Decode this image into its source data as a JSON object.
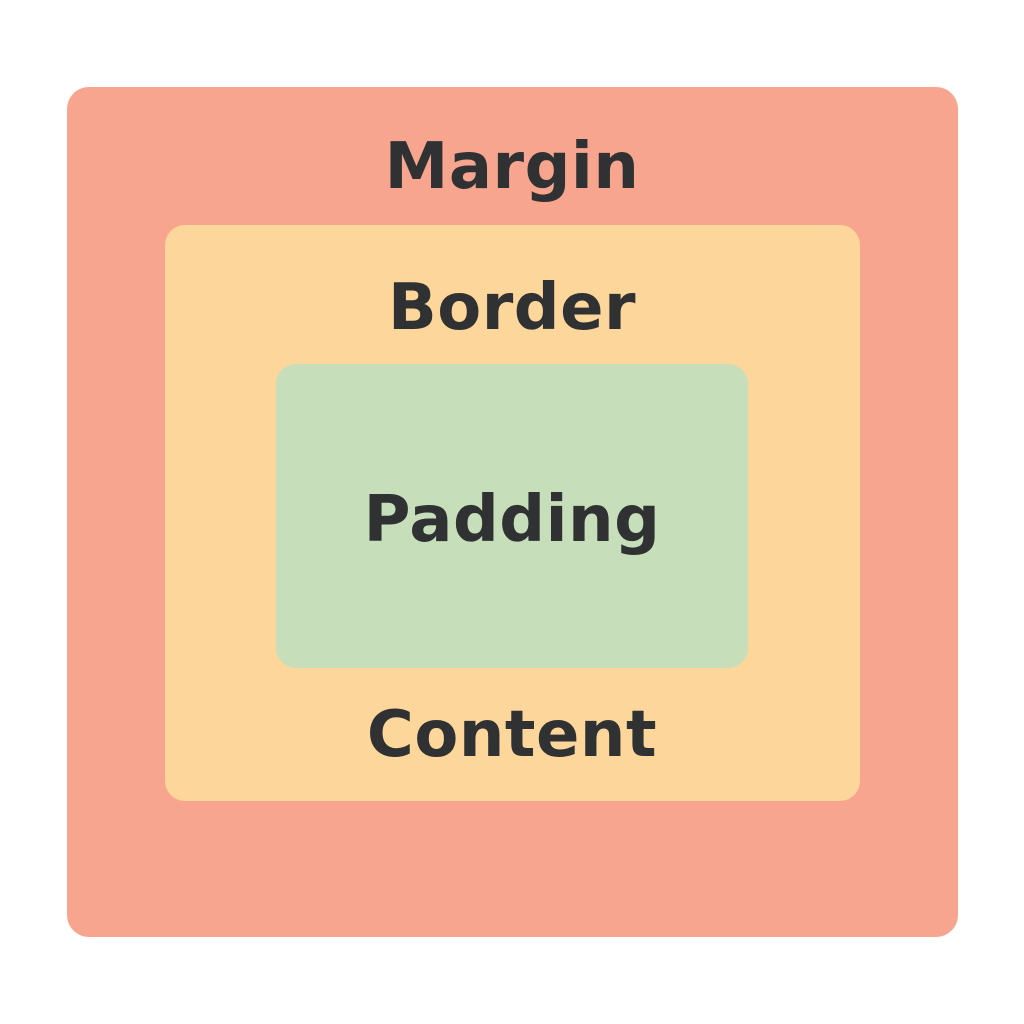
{
  "diagram": {
    "layers": {
      "margin": {
        "label": "Margin",
        "color": "#F7A58F"
      },
      "border": {
        "label": "Border",
        "color": "#FDD69B"
      },
      "padding": {
        "label": "Padding",
        "color": "#C6DFBA"
      },
      "content": {
        "label": "Content"
      }
    },
    "text_color": "#2F3133",
    "background": "#FFFFFF"
  }
}
